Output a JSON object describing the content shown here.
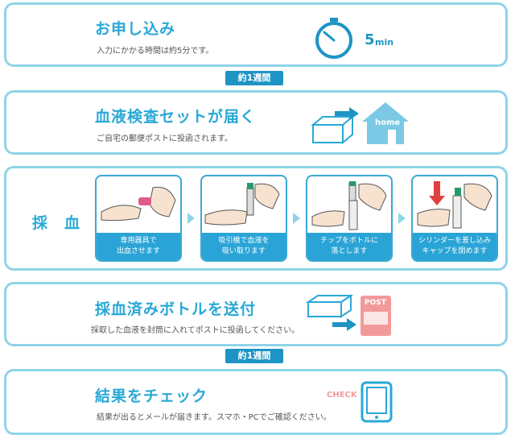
{
  "steps": [
    {
      "title": "お申し込み",
      "desc": "入力にかかる時間は約5分です。",
      "time_value": "5",
      "time_unit": "min"
    },
    {
      "title": "血液検査セットが届く",
      "desc": "ご自宅の郵便ポストに投函されます。",
      "home_label": "home"
    },
    {
      "title": "採　血",
      "substeps": [
        {
          "caption": "専用器具で\n出血させます"
        },
        {
          "caption": "吸引機で血液を\n吸い取ります"
        },
        {
          "caption": "チップをボトルに\n落とします"
        },
        {
          "caption": "シリンダーを差し込み\nキャップを閉めます"
        }
      ]
    },
    {
      "title": "採血済みボトルを送付",
      "desc": "採取した血液を封筒に入れてポストに投函してください。",
      "post_label": "POST"
    },
    {
      "title": "結果をチェック",
      "desc": "結果が出るとメールが届きます。スマホ・PCでご確認ください。",
      "check_label": "CHECK"
    }
  ],
  "connectors": [
    "約1週間",
    "約1週間"
  ],
  "colors": {
    "accent": "#29a8d6",
    "border": "#8fd3e8",
    "dark_accent": "#1e94c4",
    "post": "#f29a9a"
  }
}
